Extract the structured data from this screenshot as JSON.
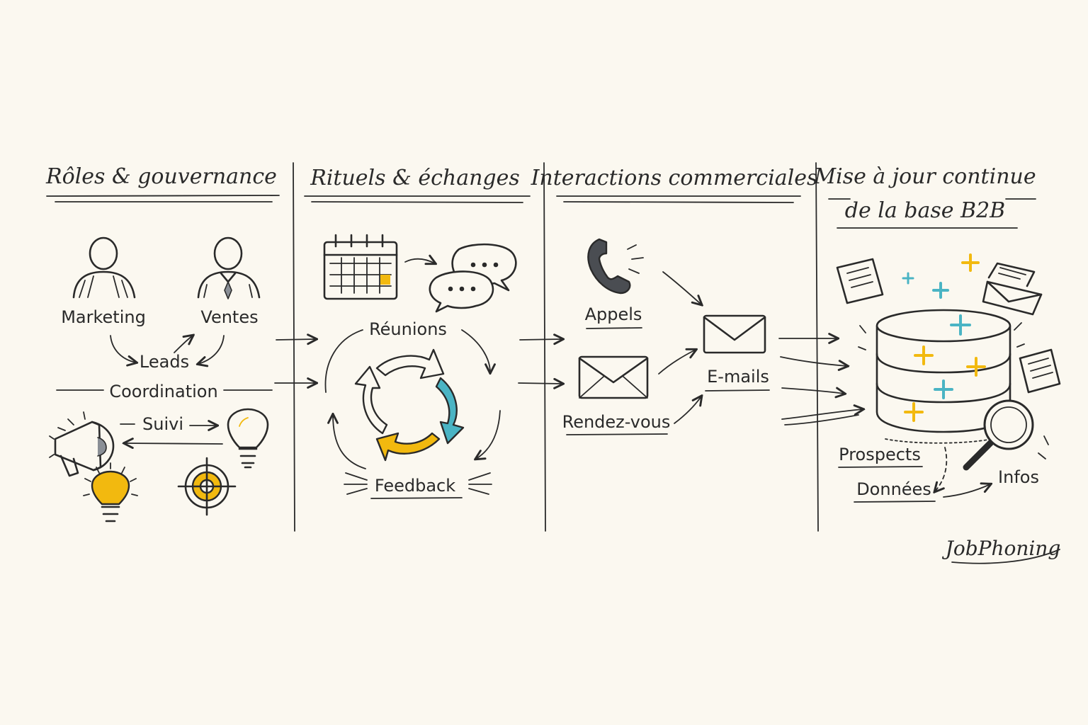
{
  "colors": {
    "ink": "#2a2a2a",
    "yellow": "#f2b90f",
    "teal": "#4ab4c4",
    "background": "#fbf8f0"
  },
  "columns": [
    {
      "title": "Rôles & gouvernance",
      "labels": {
        "marketing": "Marketing",
        "ventes": "Ventes",
        "leads": "Leads",
        "coordination": "Coordination",
        "suivi": "Suivi"
      },
      "icons": [
        "person-icon",
        "businessman-icon",
        "megaphone-icon",
        "lightbulb-icon",
        "target-icon"
      ]
    },
    {
      "title": "Rituels & échanges",
      "labels": {
        "reunions": "Réunions",
        "feedback": "Feedback"
      },
      "icons": [
        "calendar-icon",
        "chat-bubbles-icon",
        "cycle-arrows-icon"
      ]
    },
    {
      "title": "Interactions commerciales",
      "labels": {
        "appels": "Appels",
        "emails": "E-mails",
        "rendez_vous": "Rendez-vous"
      },
      "icons": [
        "phone-icon",
        "envelope-icon"
      ]
    },
    {
      "title_line1": "Mise à jour continue",
      "title_line2": "de la base B2B",
      "labels": {
        "prospects": "Prospects",
        "donnees": "Données",
        "infos": "Infos"
      },
      "icons": [
        "database-icon",
        "magnifier-icon",
        "document-icon",
        "envelope-icon"
      ]
    }
  ],
  "brand": "JobPhoning"
}
